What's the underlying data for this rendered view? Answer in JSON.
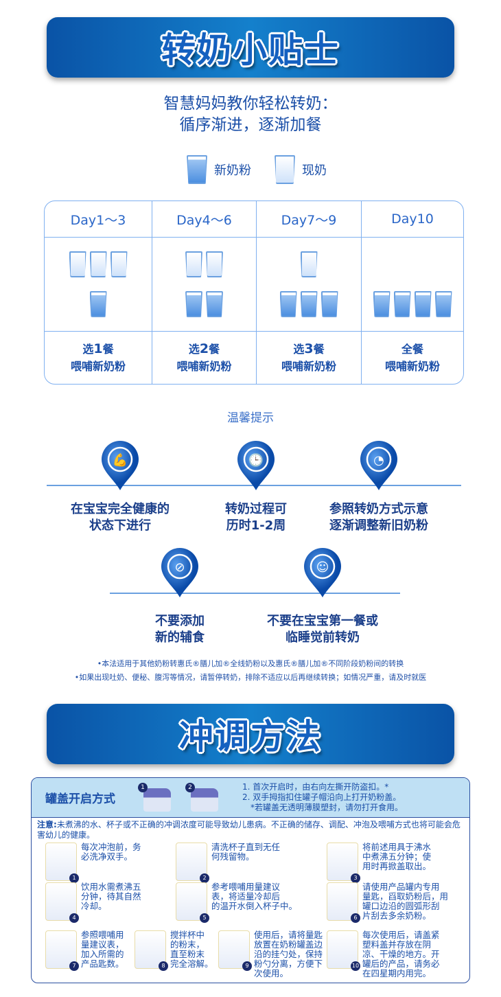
{
  "section1": {
    "title": "转奶小贴士",
    "subtitle_line1": "智慧妈妈教你轻松转奶：",
    "subtitle_line2": "循序渐进，逐渐加餐"
  },
  "legend": {
    "new": "新奶粉",
    "current": "现奶"
  },
  "plan": [
    {
      "day": "Day1～3",
      "top": [
        "old",
        "old",
        "old"
      ],
      "bottom": [
        "new"
      ],
      "meal_prefix": "选",
      "meal_num": "1",
      "meal_suffix": "餐",
      "meal_line2": "喂哺新奶粉"
    },
    {
      "day": "Day4～6",
      "top": [
        "old",
        "old"
      ],
      "bottom": [
        "new",
        "new"
      ],
      "meal_prefix": "选",
      "meal_num": "2",
      "meal_suffix": "餐",
      "meal_line2": "喂哺新奶粉"
    },
    {
      "day": "Day7～9",
      "top": [
        "old"
      ],
      "bottom": [
        "new",
        "new",
        "new"
      ],
      "meal_prefix": "选",
      "meal_num": "3",
      "meal_suffix": "餐",
      "meal_line2": "喂哺新奶粉"
    },
    {
      "day": "Day10",
      "top": [],
      "bottom": [
        "new",
        "new",
        "new",
        "new"
      ],
      "meal_prefix": "全餐",
      "meal_num": "",
      "meal_suffix": "",
      "meal_line2": "喂哺新奶粉"
    }
  ],
  "tips": {
    "title": "温馨提示",
    "items": [
      {
        "icon": "muscle-arm-icon",
        "line1": "在宝宝完全健康的",
        "line2": "状态下进行"
      },
      {
        "icon": "clock-icon",
        "line1": "转奶过程可",
        "line2": "历时1-2周"
      },
      {
        "icon": "pie-chart-icon",
        "line1": "参照转奶方式示意",
        "line2": "逐渐调整新旧奶粉"
      },
      {
        "icon": "no-food-icon",
        "line1": "不要添加",
        "line2": "新的辅食"
      },
      {
        "icon": "sleeping-baby-icon",
        "line1": "不要在宝宝第一餐或",
        "line2": "临睡觉前转奶"
      }
    ]
  },
  "notes": [
    "•本法适用于其他奶粉转惠氏®膳儿加®全线奶粉以及惠氏®膳儿加®不同阶段奶粉间的转换",
    "•如果出现吐奶、便秘、腹泻等情况，请暂停转奶，排除不适应以后再继续转换；如情况严重，请及时就医"
  ],
  "section2": {
    "title": "冲调方法"
  },
  "cap": {
    "label": "罐盖开启方式",
    "step1": "1. 首次开启时，由右向左撕开防盗扣。*",
    "step2": "2. 双手拇指扣住罐子帽沿向上打开奶粉盖。",
    "footnote": "*若罐盖无透明薄膜塑封，请勿打开食用。"
  },
  "warning": {
    "label": "注意:",
    "text": "未煮沸的水、杯子或不正确的冲调浓度可能导致幼儿患病。不正确的储存、调配、冲泡及喂哺方式也将可能会危害幼儿的健康。"
  },
  "steps": [
    {
      "n": "1",
      "text": "每次冲泡前，务\n必洗净双手。"
    },
    {
      "n": "2",
      "text": "清洗杯子直到无任\n何残留物。"
    },
    {
      "n": "3",
      "text": "将前述用具于沸水\n中煮沸五分钟；使\n用时再掀盖取出。"
    },
    {
      "n": "4",
      "text": "饮用水需煮沸五\n分钟，待其自然\n冷却。"
    },
    {
      "n": "5",
      "text": "参考喂哺用量建议\n表，将适量冷却后\n的温开水倒入杯子中。"
    },
    {
      "n": "6",
      "text": "请使用产品罐内专用\n量匙，舀取奶粉后，用\n罐口边沿的圆弧形刮\n片刮去多余奶粉。"
    },
    {
      "n": "7",
      "text": "参照喂哺用\n量建议表，\n加入所需的\n产品匙数。"
    },
    {
      "n": "8",
      "text": "搅拌杯中\n的粉末，\n直至粉末\n完全溶解。"
    },
    {
      "n": "9",
      "text": "使用后，请将量匙\n放置在奶粉罐盖边\n沿的挂勺处，保持\n粉勺分离，方便下\n次使用。"
    },
    {
      "n": "10",
      "text": "每次使用后，请盖紧\n塑料盖并存放在阴\n凉、干燥的地方。开\n罐后的产品，请务必\n在四星期内用完。"
    }
  ]
}
